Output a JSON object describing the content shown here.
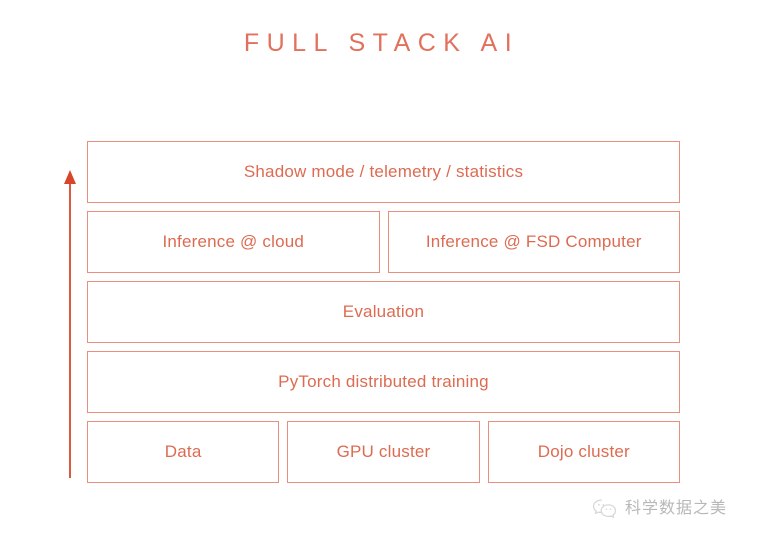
{
  "slide": {
    "title": "FULL STACK AI",
    "background_color": "#ffffff",
    "accent_color": "#e2705c",
    "box_border_color": "#e8907d",
    "box_text_color": "#dd6b51",
    "arrow_color": "#d8452a"
  },
  "arrow": {
    "name": "upward-progress-arrow",
    "direction": "up"
  },
  "stack": {
    "rows": [
      {
        "row_name": "shadow-mode-row",
        "boxes": [
          {
            "label": "Shadow mode / telemetry / statistics"
          }
        ]
      },
      {
        "row_name": "inference-row",
        "boxes": [
          {
            "label": "Inference @ cloud"
          },
          {
            "label": "Inference @ FSD Computer"
          }
        ]
      },
      {
        "row_name": "evaluation-row",
        "boxes": [
          {
            "label": "Evaluation"
          }
        ]
      },
      {
        "row_name": "training-row",
        "boxes": [
          {
            "label": "PyTorch distributed training"
          }
        ]
      },
      {
        "row_name": "infrastructure-row",
        "boxes": [
          {
            "label": "Data"
          },
          {
            "label": "GPU cluster"
          },
          {
            "label": "Dojo cluster"
          }
        ]
      }
    ]
  },
  "watermark": {
    "icon": "wechat-icon",
    "text": "科学数据之美",
    "color": "#b8b8b8"
  }
}
